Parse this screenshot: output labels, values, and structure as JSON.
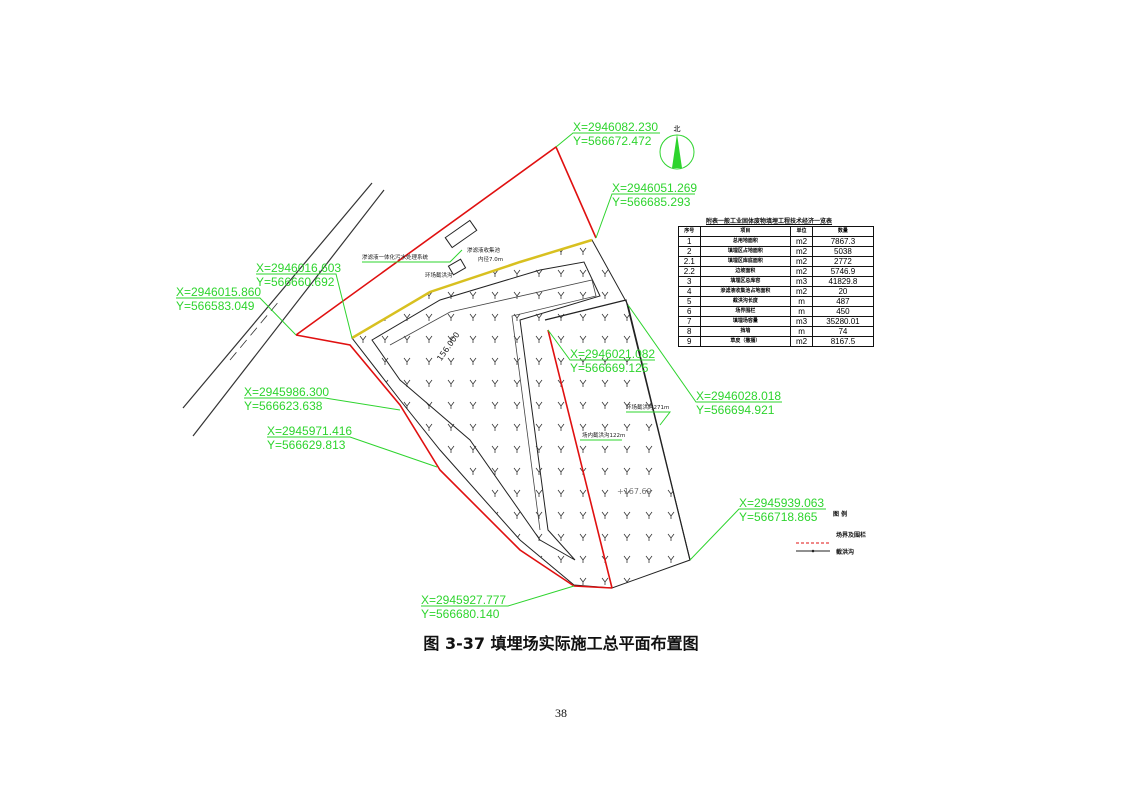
{
  "drawing": {
    "north_label": "北",
    "coordinates": [
      {
        "x": "X=2946082.230",
        "y": "Y=566672.472"
      },
      {
        "x": "X=2946051.269",
        "y": "Y=566685.293"
      },
      {
        "x": "X=2946016.603",
        "y": "Y=566660.692"
      },
      {
        "x": "X=2946015.860",
        "y": "Y=566583.049"
      },
      {
        "x": "X=2946021.082",
        "y": "Y=566669.125"
      },
      {
        "x": "X=2946028.018",
        "y": "Y=566694.921"
      },
      {
        "x": "X=2945986.300",
        "y": "Y=566623.638"
      },
      {
        "x": "X=2945971.416",
        "y": "Y=566629.813"
      },
      {
        "x": "X=2945939.063",
        "y": "Y=566718.865"
      },
      {
        "x": "X=2945927.777",
        "y": "Y=566680.140"
      }
    ],
    "notes": {
      "sewage_system": "渗滤液一体化污水处理系统",
      "collection_pool": "渗滤液收集池",
      "pool_size": "内径7.0m",
      "ditch_outer": "环场截洪沟",
      "ditch_271": "环场截洪沟271m",
      "ditch_122": "场内截洪沟122m",
      "elevation": "+167.69",
      "elevation2": "156.000"
    }
  },
  "table": {
    "title": "附表一般工业固体废物填埋工程技术经济一览表",
    "headers": [
      "序号",
      "项目",
      "单位",
      "数量"
    ],
    "rows": [
      [
        "1",
        "总用地面积",
        "m2",
        "7867.3"
      ],
      [
        "2",
        "填埋区占地面积",
        "m2",
        "5038"
      ],
      [
        "2.1",
        "填埋区库底面积",
        "m2",
        "2772"
      ],
      [
        "2.2",
        "边坡面积",
        "m2",
        "5746.9"
      ],
      [
        "3",
        "填埋区总库容",
        "m3",
        "41829.8"
      ],
      [
        "4",
        "渗滤液收集池占地面积",
        "m2",
        "20"
      ],
      [
        "5",
        "截洪沟长度",
        "m",
        "487"
      ],
      [
        "6",
        "场界围栏",
        "m",
        "450"
      ],
      [
        "7",
        "填埋场容量",
        "m3",
        "35280.01"
      ],
      [
        "8",
        "挡墙",
        "m",
        "74"
      ],
      [
        "9",
        "草皮（撒播）",
        "m2",
        "8167.5"
      ]
    ]
  },
  "legend": {
    "title": "图  例",
    "boundary": "场界及围栏",
    "ditch": "截洪沟"
  },
  "caption": "图 3-37 填埋场实际施工总平面布置图",
  "page_number": "38",
  "colors": {
    "coord": "#2ed42e",
    "boundary": "#e01010"
  }
}
